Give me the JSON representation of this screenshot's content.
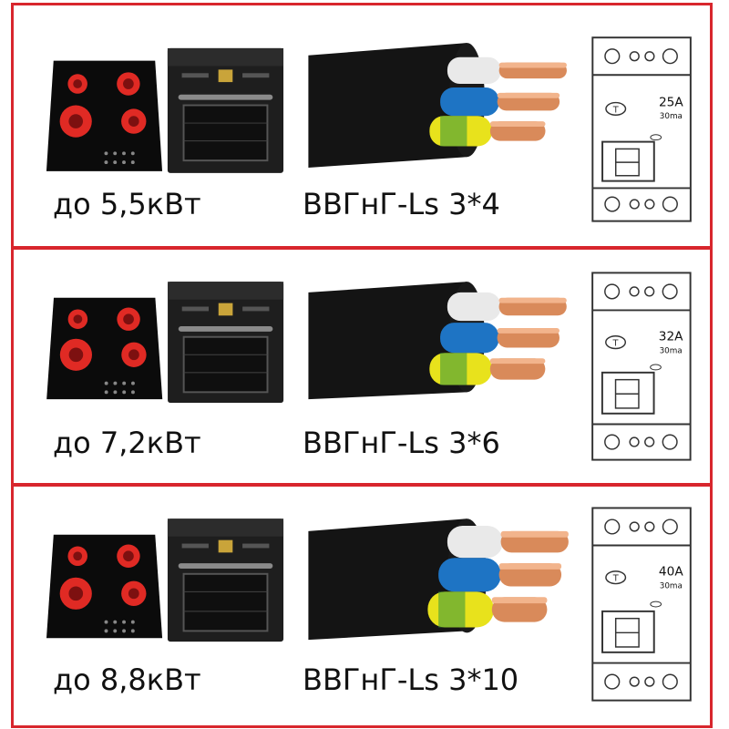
{
  "colors": {
    "frame": "#d8262d",
    "cooktop": "#0b0b0b",
    "burner": "#e02a24",
    "oven": "#1e1e1e",
    "cable_jacket": "#141414",
    "wire_white": "#e9e9e9",
    "wire_blue": "#1e74c4",
    "wire_yellow": "#e8e21c",
    "copper": "#d98a5a"
  },
  "icons": [
    "cooktop-icon",
    "oven-icon",
    "cable-icon",
    "rcd-breaker-icon"
  ],
  "rows": [
    {
      "power": "до 5,5кВт",
      "cable": "ВВГнГ-Ls 3*4",
      "breaker_rating": "25A",
      "breaker_current": "30ma"
    },
    {
      "power": "до 7,2кВт",
      "cable": "ВВГнГ-Ls 3*6",
      "breaker_rating": "32A",
      "breaker_current": "30ma"
    },
    {
      "power": "до 8,8кВт",
      "cable": "ВВГнГ-Ls 3*10",
      "breaker_rating": "40A",
      "breaker_current": "30ma"
    }
  ]
}
